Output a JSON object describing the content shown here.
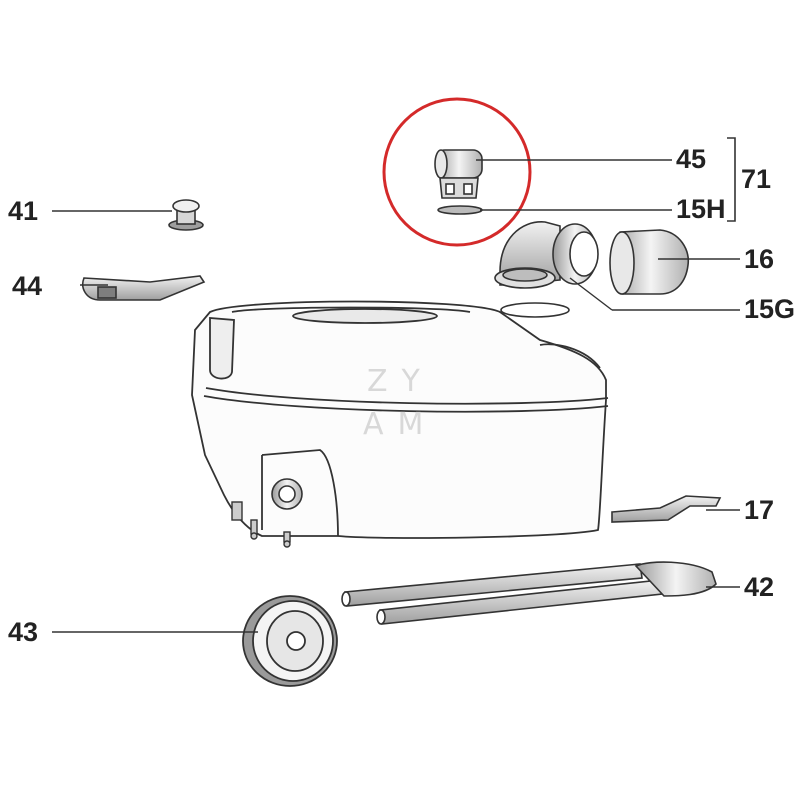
{
  "labels": {
    "p41": "41",
    "p44": "44",
    "p45": "45",
    "p15h": "15H",
    "p71": "71",
    "p16": "16",
    "p15g": "15G",
    "p17": "17",
    "p42": "42",
    "p43": "43"
  },
  "watermark": {
    "top": "ZY",
    "bottom": "AM"
  },
  "colors": {
    "highlight_circle": "#d42a2a",
    "line": "#333333",
    "fill": "#ffffff",
    "label": "#222222"
  }
}
